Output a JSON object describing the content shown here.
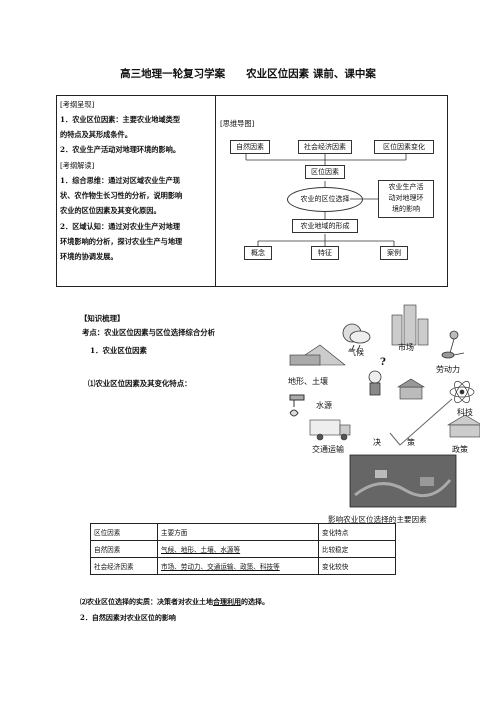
{
  "title": "高三地理一轮复习学案　　农业区位因素 课前、课中案",
  "outline": {
    "header": "[考纲呈现]",
    "item1a": "1．农业区位因素：主要农业地域类型",
    "item1b": "的特点及其形成条件。",
    "item2": "2．农业生产活动对地理环境的影响。",
    "interp_header": "[考纲解读]",
    "int1a": "1．综合思维：通过对区域农业生产现",
    "int1b": "状、农作物生长习性的分析，说明影响",
    "int1c": "农业的区位因素及其变化原因。",
    "int2a": "2．区域认知：通过对农业生产对地理",
    "int2b": "环境影响的分析，探讨农业生产与地理",
    "int2c": "环境的协调发展。"
  },
  "mindmap": {
    "header": "[思维导图]",
    "natural": "自然因素",
    "social": "社会经济因素",
    "change": "区位因素变化",
    "factors": "区位因素",
    "choice": "农业的区位选择",
    "impact1": "农业生产活",
    "impact2": "动对地理环",
    "impact3": "境的影响",
    "formation": "农业地域的形成",
    "concept": "概念",
    "feature": "特征",
    "case": "案例"
  },
  "knowledge": {
    "header": "【知识梳理】",
    "point": "考点：农业区位因素与区位选择综合分析",
    "sub1": "1．农业区位因素",
    "sub1_1": "⑴农业区位因素及其变化特点：",
    "sub1_2_a": "⑵农业区位选择的实质：决策者对农业土地",
    "sub1_2_b": "合理利用",
    "sub1_2_c": "的选择。",
    "sub2": "2．自然因素对农业区位的影响"
  },
  "figure": {
    "climate": "气候",
    "market": "市场",
    "labor": "劳动力",
    "terrain": "地形、土壤",
    "water": "水源",
    "tech": "科技",
    "transport": "交通运输",
    "decision1": "决",
    "decision2": "策",
    "policy": "政策",
    "caption": "影响农业区位选择的主要因素",
    "question": "?"
  },
  "table": {
    "headers": [
      "区位因素",
      "主要方面",
      "变化特点"
    ],
    "rows": [
      [
        "自然因素",
        "气候、地形、土壤、水源等",
        "比较稳定"
      ],
      [
        "社会经济因素",
        "市场、劳动力、交通运输、政策、科技等",
        "变化较快"
      ]
    ]
  }
}
